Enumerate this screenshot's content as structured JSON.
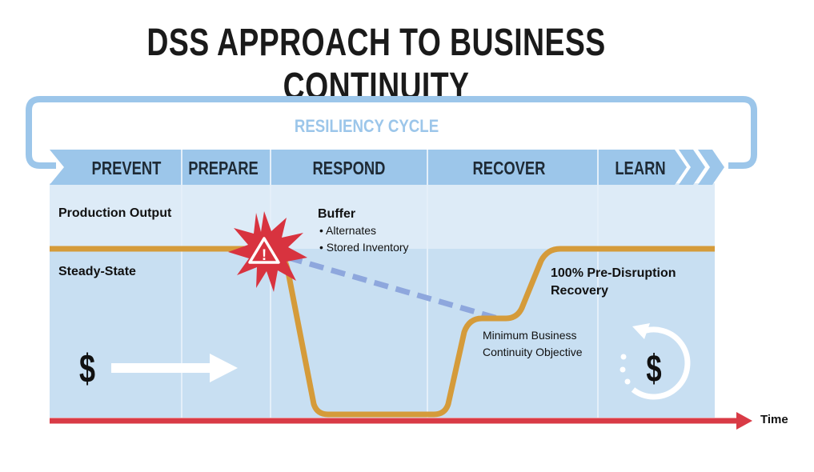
{
  "title": "DSS APPROACH TO BUSINESS CONTINUITY",
  "cycle_label": "RESILIENCY CYCLE",
  "phases": [
    "PREVENT",
    "PREPARE",
    "RESPOND",
    "RECOVER",
    "LEARN"
  ],
  "labels": {
    "production_output": "Production Output",
    "steady_state": "Steady-State",
    "buffer": "Buffer",
    "buffer_items": [
      "• Alternates",
      "• Stored Inventory"
    ],
    "recovery_line1": "100% Pre-Disruption",
    "recovery_line2": "Recovery",
    "min_line1": "Minimum Business",
    "min_line2": "Continuity Objective",
    "time": "Time"
  },
  "icons": {
    "dollar": "$",
    "warning": "!"
  },
  "colors": {
    "cycle_blue": "#9cc6ea",
    "light_blue": "#dcebf8",
    "mid_blue": "#b5d4ee",
    "output_line": "#d59b3a",
    "time_axis": "#d93b46",
    "alert_red": "#d8333f",
    "dashed": "#8ea7dd"
  }
}
